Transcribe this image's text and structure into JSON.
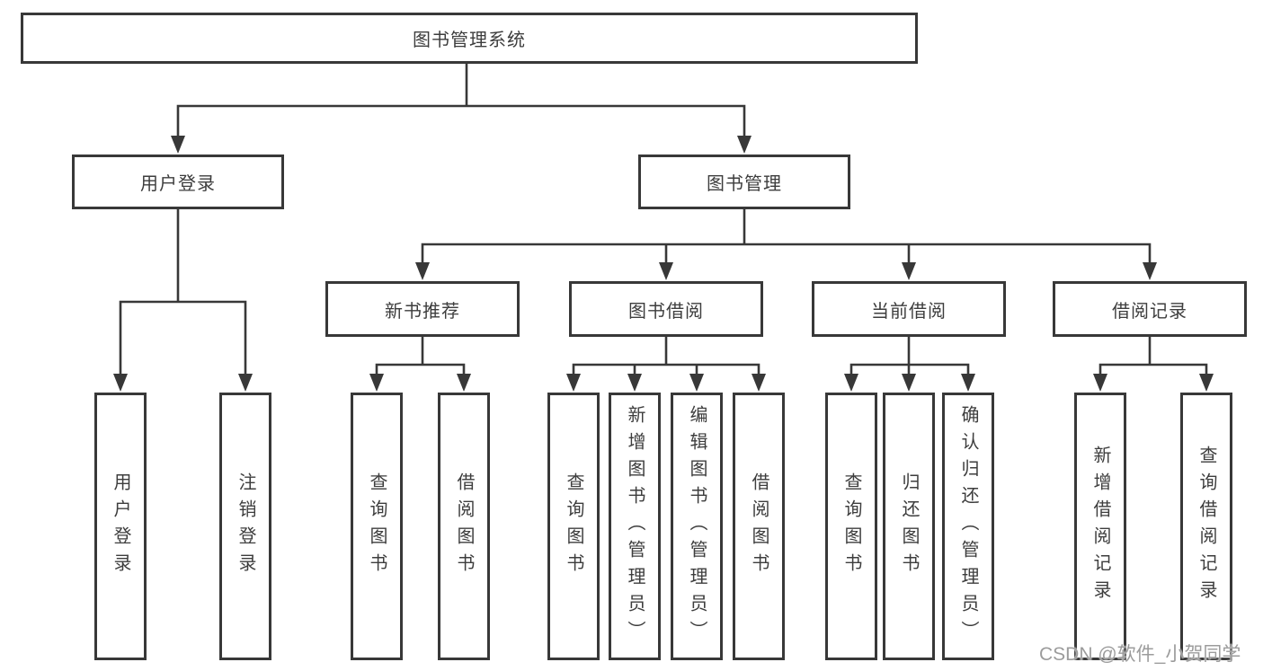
{
  "diagram": {
    "title": "图书管理系统",
    "tree": {
      "label": "图书管理系统",
      "children": [
        {
          "label": "用户登录",
          "children": [
            {
              "label": "用户登录"
            },
            {
              "label": "注销登录"
            }
          ]
        },
        {
          "label": "图书管理",
          "children": [
            {
              "label": "新书推荐",
              "children": [
                {
                  "label": "查询图书"
                },
                {
                  "label": "借阅图书"
                }
              ]
            },
            {
              "label": "图书借阅",
              "children": [
                {
                  "label": "查询图书"
                },
                {
                  "label": "新增图书（管理员）"
                },
                {
                  "label": "编辑图书（管理员）"
                },
                {
                  "label": "借阅图书"
                }
              ]
            },
            {
              "label": "当前借阅",
              "children": [
                {
                  "label": "查询图书"
                },
                {
                  "label": "归还图书"
                },
                {
                  "label": "确认归还（管理员）"
                }
              ]
            },
            {
              "label": "借阅记录",
              "children": [
                {
                  "label": "新增借阅记录"
                },
                {
                  "label": "查询借阅记录"
                }
              ]
            }
          ]
        }
      ]
    }
  },
  "watermark": "CSDN @软件_小贺同学",
  "colors": {
    "line": "#383838",
    "text": "#3d3d3d",
    "watermark": "#9c9c9c",
    "background": "#ffffff"
  }
}
